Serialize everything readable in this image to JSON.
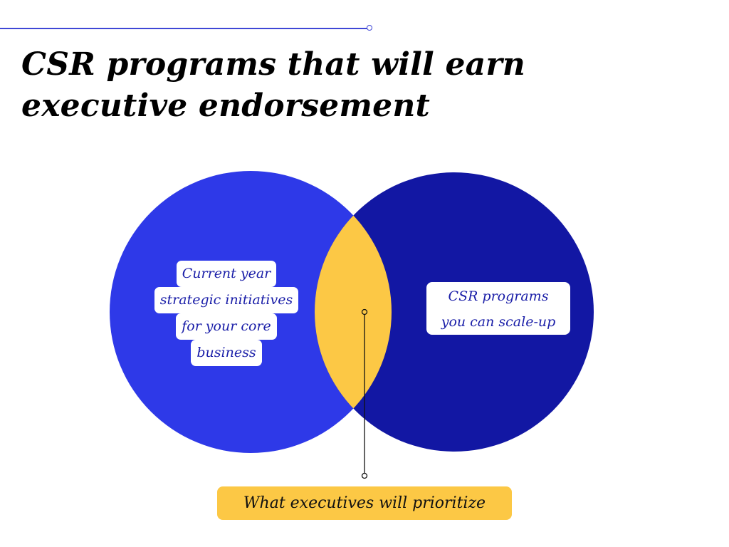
{
  "title": {
    "line1": "CSR programs that will earn",
    "line2": "executive endorsement"
  },
  "left_circle": {
    "lines": [
      "Current year",
      "strategic initiatives",
      "for your core",
      "business"
    ],
    "color": "#2e39e8"
  },
  "right_circle": {
    "lines": [
      "CSR programs",
      "you can scale-up"
    ],
    "color": "#1217a3"
  },
  "overlap": {
    "label": "What executives will prioritize",
    "color": "#fcc845"
  }
}
